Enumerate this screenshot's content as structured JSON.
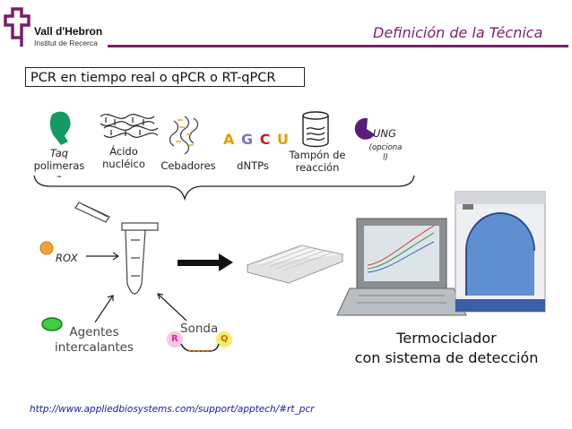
{
  "header": {
    "logo_name": "Vall d'Hebron",
    "logo_sub": "Institut de Recerca",
    "title": "Definición de la Técnica",
    "accent_color": "#7a1f6a"
  },
  "subtitle": "PCR en tiempo real o qPCR o RT-qPCR",
  "reagents": {
    "taq_line1": "Taq",
    "taq_line2": "polimeras",
    "taq_line3": "a",
    "acido_line1": "Ácido",
    "acido_line2": "nucléico",
    "cebadores": "Cebadores",
    "bases": [
      "A",
      "G",
      "C",
      "U"
    ],
    "base_colors": [
      "#e0a000",
      "#7d6fc8",
      "#cc1f1f",
      "#e0a000"
    ],
    "dntps": "dNTPs",
    "tampon_line1": "Tampón de",
    "tampon_line2": "reacción",
    "ung": "UNG",
    "ung_note_line1": "(opciona",
    "ung_note_line2": "l)"
  },
  "diagram": {
    "rox": "ROX",
    "agentes_line1": "Agentes",
    "agentes_line2": "intercalantes",
    "sonda": "Sonda",
    "reporter": "R",
    "quencher": "Q"
  },
  "instrument": {
    "line1": "Termociclador",
    "line2": "con sistema de detección"
  },
  "source_url": "http://www.appliedbiosystems.com/support/apptech/#rt_pcr",
  "icons": [
    "logo-cross-icon",
    "taq-polymerase-icon",
    "dna-helix-icon",
    "primer-strands-icon",
    "buffer-beaker-icon",
    "ung-enzyme-icon",
    "pcr-tube-icon",
    "pcr-plate-icon",
    "laptop-icon",
    "thermocycler-icon",
    "arrow-right-icon"
  ]
}
